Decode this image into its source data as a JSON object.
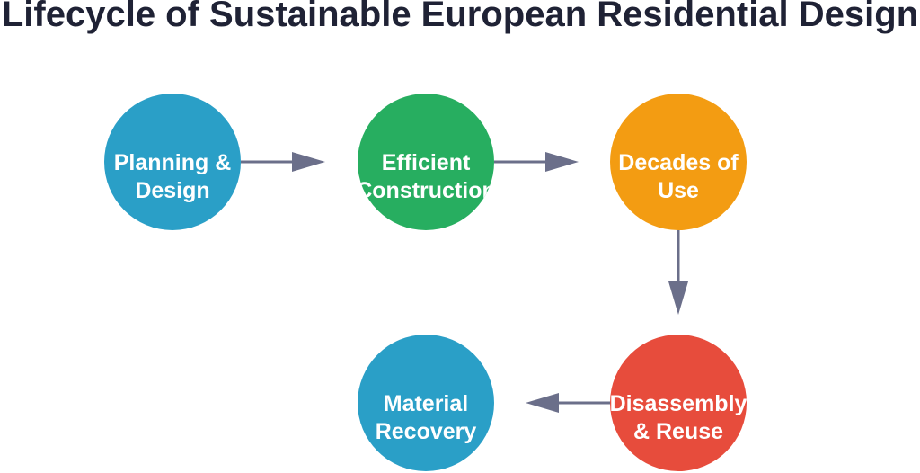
{
  "title": "Lifecycle of Sustainable European Residential Design",
  "nodes": [
    {
      "id": "planning",
      "lines": [
        "Planning &",
        "Design"
      ],
      "color": "#2a9fc7"
    },
    {
      "id": "construction",
      "lines": [
        "Efficient",
        "Construction"
      ],
      "color": "#27ae60"
    },
    {
      "id": "use",
      "lines": [
        "Decades of",
        "Use"
      ],
      "color": "#f39c12"
    },
    {
      "id": "disassembly",
      "lines": [
        "Disassembly",
        "& Reuse"
      ],
      "color": "#e74c3c"
    },
    {
      "id": "recovery",
      "lines": [
        "Material",
        "Recovery"
      ],
      "color": "#2a9fc7"
    }
  ],
  "edges": [
    {
      "from": "planning",
      "to": "construction"
    },
    {
      "from": "construction",
      "to": "use"
    },
    {
      "from": "use",
      "to": "disassembly"
    },
    {
      "from": "disassembly",
      "to": "recovery"
    }
  ],
  "colors": {
    "title": "#1f2235",
    "arrow": "#6b6f8a",
    "label": "#ffffff"
  }
}
